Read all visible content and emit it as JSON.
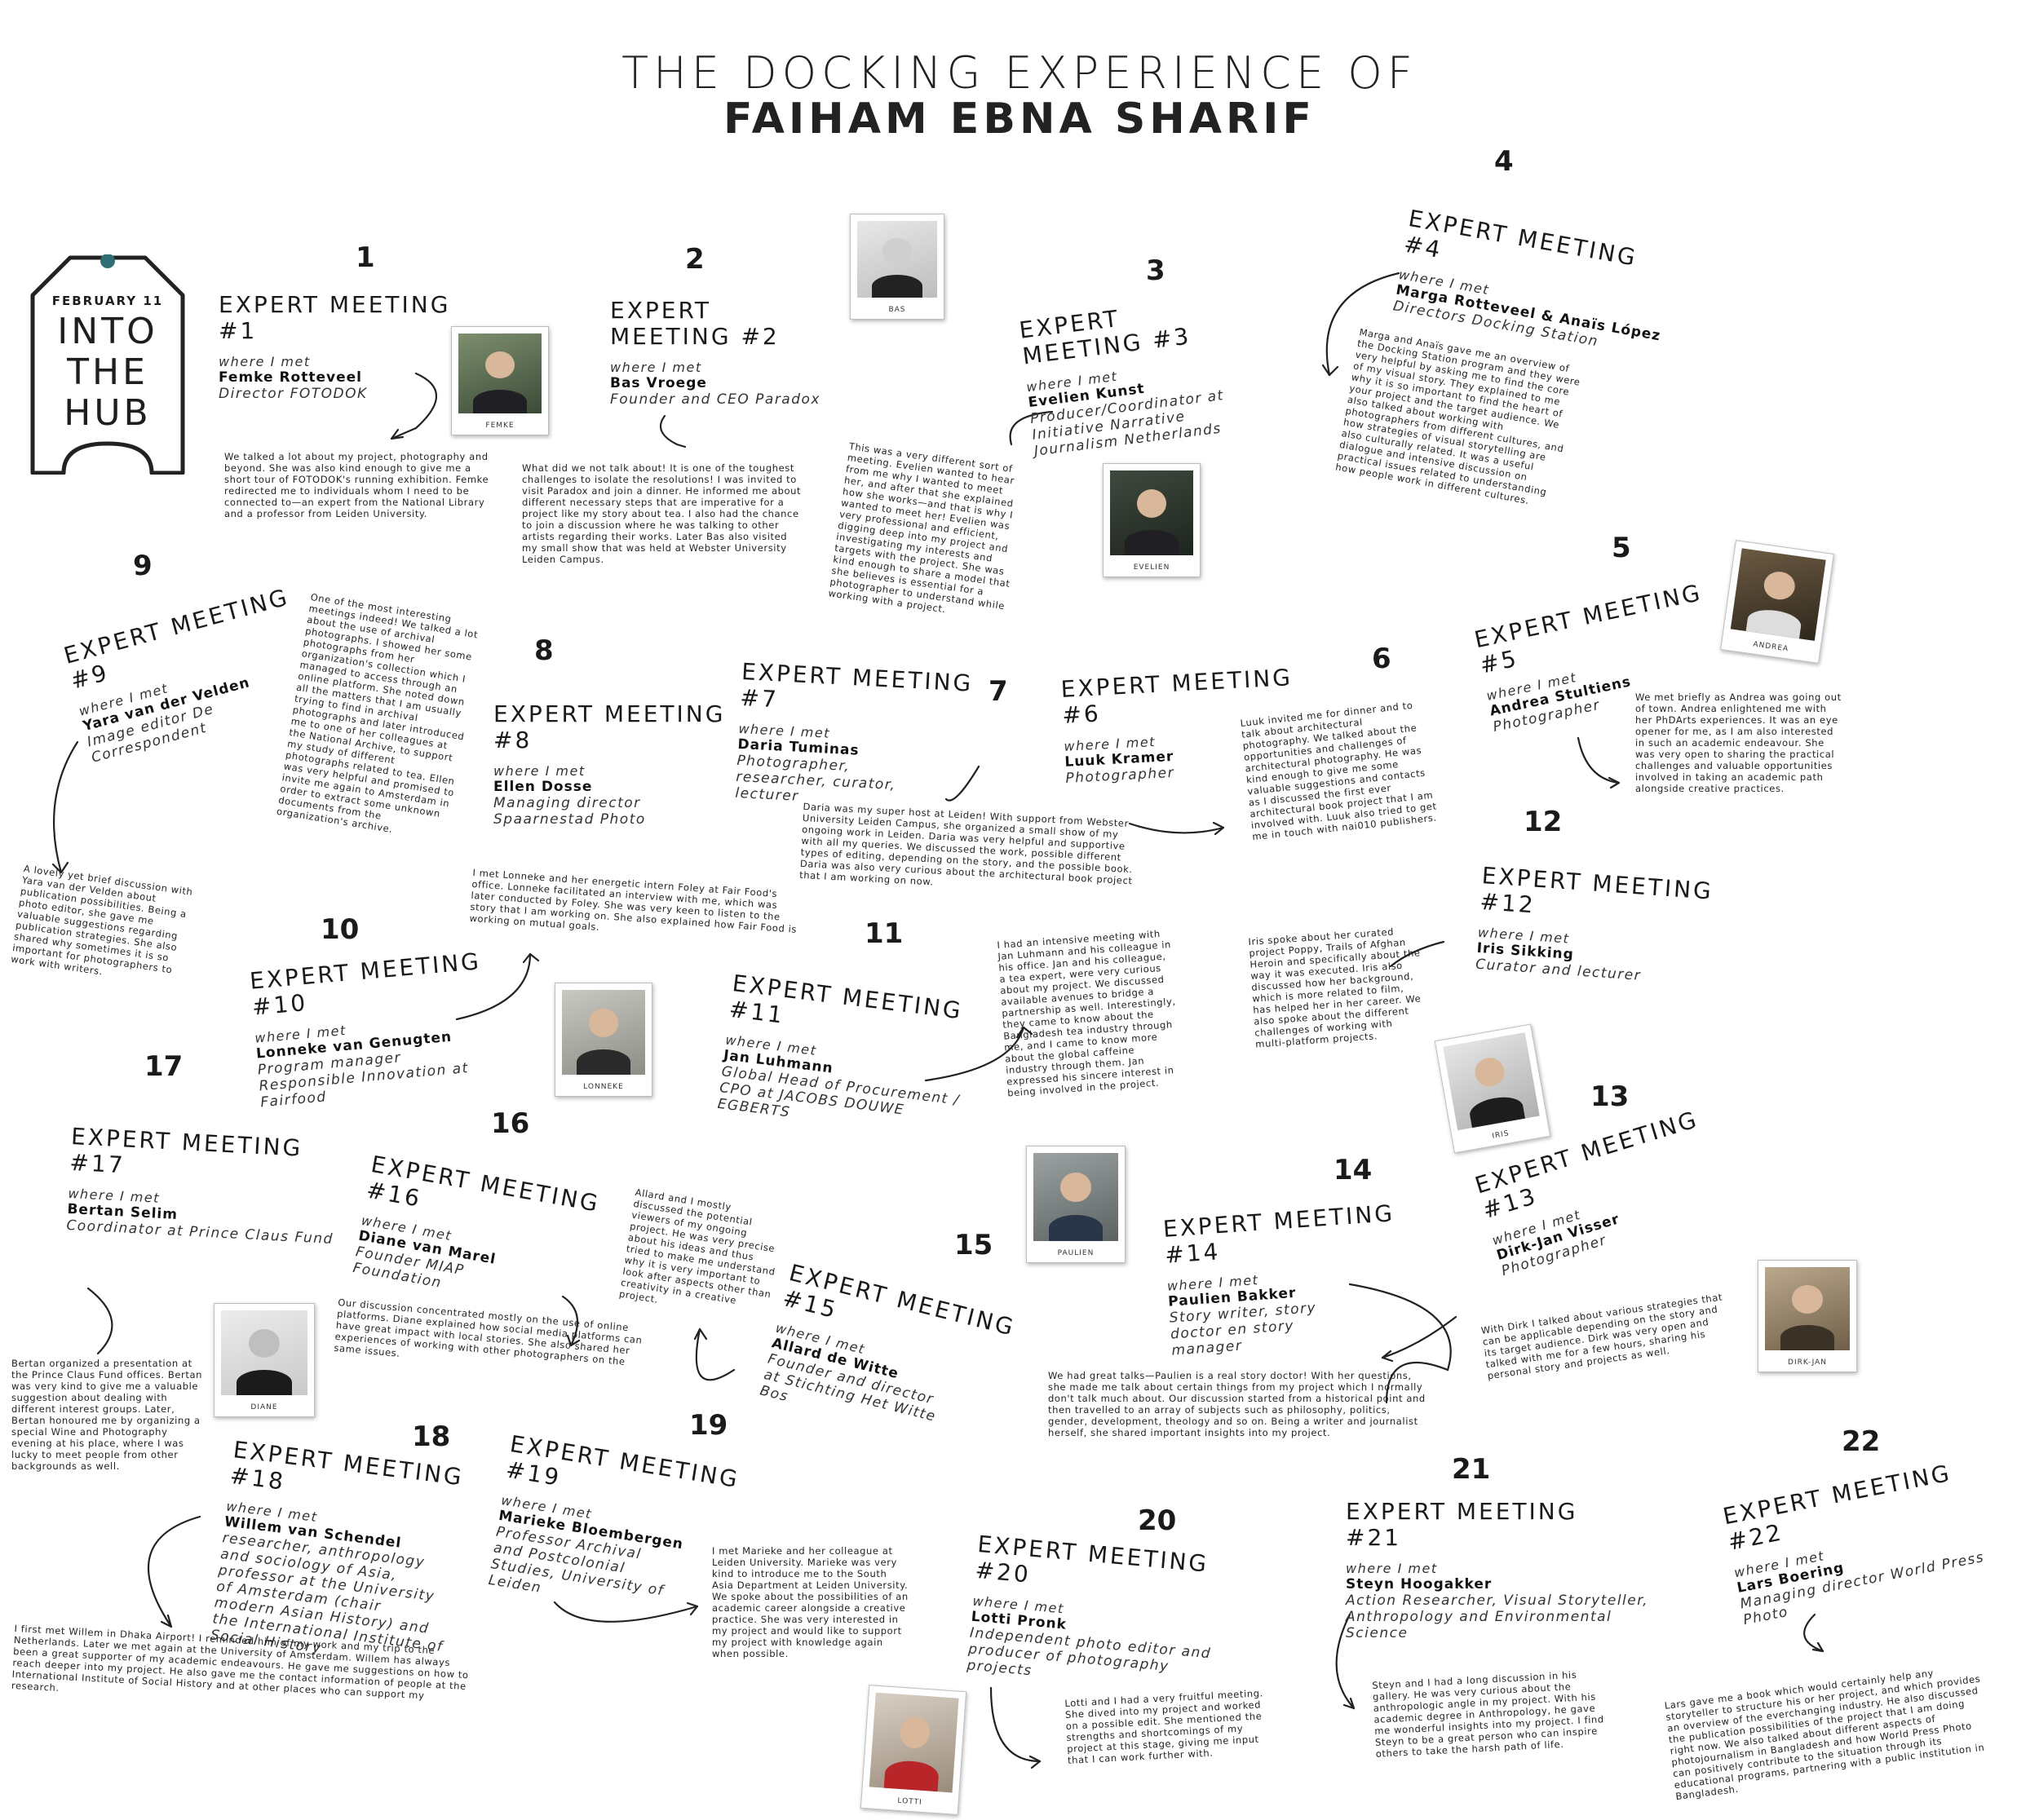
{
  "title": {
    "line1": "THE DOCKING EXPERIENCE OF",
    "line2": "FAIHAM EBNA SHARIF"
  },
  "tag": {
    "date": "FEBRUARY 11",
    "line1": "INTO",
    "line2": "THE",
    "line3": "HUB"
  },
  "where_label": "where I met",
  "meetings": [
    {
      "num": "1",
      "title": "EXPERT MEETING",
      "sub": "#1",
      "name": "Femke Rotteveel",
      "role": "Director FOTODOK",
      "photo": "FEMKE",
      "text": "We talked a lot about my project, photography and beyond. She was also kind enough to give me a short tour of FOTODOK's running exhibition. Femke redirected me to individuals whom I need to be connected to—an expert from the National Library and a professor from Leiden University."
    },
    {
      "num": "2",
      "title": "EXPERT",
      "sub": "MEETING #2",
      "name": "Bas Vroege",
      "role": "Founder and CEO Paradox",
      "photo": "BAS",
      "text": "What did we not talk about! It is one of the toughest challenges to isolate the resolutions! I was invited to visit Paradox and join a dinner. He informed me about different necessary steps that are imperative for a project like my story about tea. I also had the chance to join a discussion where he was talking to other artists regarding their works. Later Bas also visited my small show that was held at Webster University Leiden Campus."
    },
    {
      "num": "3",
      "title": "EXPERT",
      "sub": "MEETING #3",
      "name": "Evelien Kunst",
      "role": "Producer/Coordinator at Initiative Narrative Journalism Netherlands",
      "photo": "EVELIEN",
      "text": "This was a very different sort of meeting. Evelien wanted to hear from me why I wanted to meet her, and after that she explained how she works—and that is why I wanted to meet her! Evelien was very professional and efficient, digging deep into my project and investigating my interests and targets with the project. She was kind enough to share a model that she believes is essential for a photographer to understand while working with a project."
    },
    {
      "num": "4",
      "title": "EXPERT MEETING",
      "sub": "#4",
      "name": "Marga Rotteveel & Anaïs López",
      "role": "Directors Docking Station",
      "text": "Marga and Anaïs gave me an overview of the Docking Station program and they were very helpful by asking me to find the core of my visual story. They explained to me why it is so important to find the heart of your project and the target audience. We also talked about working with photographers from different cultures, and how strategies of visual storytelling are also culturally related. It was a useful dialogue and intensive discussion on practical issues related to understanding how people work in different cultures."
    },
    {
      "num": "5",
      "title": "EXPERT MEETING",
      "sub": "#5",
      "name": "Andrea Stultiens",
      "role": "Photographer",
      "photo": "ANDREA",
      "text": "We met briefly as Andrea was going out of town. Andrea enlightened me with her PhDArts experiences. It was an eye opener for me, as I am also interested in such an academic endeavour. She was very open to sharing the practical challenges and valuable opportunities involved in taking an academic path alongside creative practices."
    },
    {
      "num": "6",
      "title": "EXPERT MEETING",
      "sub": "#6",
      "name": "Luuk Kramer",
      "role": "Photographer",
      "text": "Luuk invited me for dinner and to talk about architectural photography. We talked about the opportunities and challenges of architectural photography. He was kind enough to give me some valuable suggestions and contacts as I discussed the first ever architectural book project that I am involved with. Luuk also tried to get me in touch with nai010 publishers."
    },
    {
      "num": "7",
      "title": "EXPERT MEETING",
      "sub": "#7",
      "name": "Daria Tuminas",
      "role": "Photographer, researcher, curator, lecturer",
      "text": "Daria was my super host at Leiden! With support from Webster University Leiden Campus, she organized a small show of my ongoing work in Leiden. Daria was very helpful and supportive with all my queries. We discussed the work, possible different types of editing, depending on the story, and the possible book. Daria was also very curious about the architectural book project that I am working on now."
    },
    {
      "num": "8",
      "title": "EXPERT MEETING",
      "sub": "#8",
      "name": "Ellen Dosse",
      "role": "Managing director Spaarnestad Photo",
      "text": "One of the most interesting meetings indeed! We talked a lot about the use of archival photographs. I showed her some photographs from her organization's collection which I managed to access through an online platform. She noted down all the matters that I am usually trying to find in archival photographs and later introduced me to one of her colleagues at the National Archive, to support my study of different photographs related to tea. Ellen was very helpful and promised to invite me again to Amsterdam in order to extract some unknown documents from the organization's archive."
    },
    {
      "num": "9",
      "title": "EXPERT MEETING",
      "sub": "#9",
      "name": "Yara van der Velden",
      "role": "Image editor De Correspondent",
      "text": "A lovely yet brief discussion with Yara van der Velden about publication possibilities. Being a photo editor, she gave me valuable suggestions regarding publication strategies. She also shared why sometimes it is so important for photographers to work with writers."
    },
    {
      "num": "10",
      "title": "EXPERT MEETING",
      "sub": "#10",
      "name": "Lonneke van Genugten",
      "role": "Program manager Responsible Innovation at Fairfood",
      "photo": "LONNEKE",
      "text": "I met Lonneke and her energetic intern Foley at Fair Food's office. Lonneke facilitated an interview with me, which was later conducted by Foley. She was very keen to listen to the story that I am working on. She also explained how Fair Food is working on mutual goals."
    },
    {
      "num": "11",
      "title": "EXPERT MEETING",
      "sub": "#11",
      "name": "Jan Luhmann",
      "role": "Global Head of Procurement / CPO at JACOBS DOUWE EGBERTS",
      "text": "I had an intensive meeting with Jan Luhmann and his colleague in his office. Jan and his colleague, a tea expert, were very curious about my project. We discussed available avenues to bridge a partnership as well. Interestingly, they came to know about the Bangladesh tea industry through me, and I came to know more about the global caffeine industry through them. Jan expressed his sincere interest in being involved in the project."
    },
    {
      "num": "12",
      "title": "EXPERT MEETING",
      "sub": "#12",
      "name": "Iris Sikking",
      "role": "Curator and lecturer",
      "photo": "IRIS",
      "text": "Iris spoke about her curated project Poppy, Trails of Afghan Heroin and specifically about the way it was executed. Iris also discussed how her background, which is more related to film, has helped her in her career. We also spoke about the different challenges of working with multi-platform projects."
    },
    {
      "num": "13",
      "title": "EXPERT MEETING",
      "sub": "#13",
      "name": "Dirk-Jan Visser",
      "role": "Photographer",
      "photo": "DIRK-JAN",
      "text": "With Dirk I talked about various strategies that can be applicable depending on the story and its target audience. Dirk was very open and talked with me for a few hours, sharing his personal story and projects as well."
    },
    {
      "num": "14",
      "title": "EXPERT MEETING",
      "sub": "#14",
      "name": "Paulien Bakker",
      "role": "Story writer, story doctor en story manager",
      "photo": "PAULIEN",
      "text": "We had great talks—Paulien is a real story doctor! With her questions, she made me talk about certain things from my project which I normally don't talk much about. Our discussion started from a historical point and then travelled to an array of subjects such as philosophy, politics, gender, development, theology and so on. Being a writer and journalist herself, she shared important insights into my project."
    },
    {
      "num": "15",
      "title": "EXPERT MEETING",
      "sub": "#15",
      "name": "Allard de Witte",
      "role": "Founder and director at Stichting Het Witte Bos",
      "text": "Allard and I mostly discussed the potential viewers of my ongoing project. He was very precise about his ideas and thus tried to make me understand why it is very important to look after aspects other than creativity in a creative project."
    },
    {
      "num": "16",
      "title": "EXPERT MEETING",
      "sub": "#16",
      "name": "Diane van Marel",
      "role": "Founder MIAP Foundation",
      "photo": "DIANE",
      "text": "Our discussion concentrated mostly on the use of online platforms. Diane explained how social media platforms can have great impact with local stories. She also shared her experiences of working with other photographers on the same issues."
    },
    {
      "num": "17",
      "title": "EXPERT MEETING",
      "sub": "#17",
      "name": "Bertan Selim",
      "role": "Coordinator at Prince Claus Fund",
      "text": "Bertan organized a presentation at the Prince Claus Fund offices. Bertan was very kind to give me a valuable suggestion about dealing with different interest groups. Later, Bertan honoured me by organizing a special Wine and Photography evening at his place, where I was lucky to meet people from other backgrounds as well."
    },
    {
      "num": "18",
      "title": "EXPERT MEETING",
      "sub": "#18",
      "name": "Willem van Schendel",
      "role": "researcher, anthropology and sociology of Asia, professor at the University of Amsterdam (chair modern Asian History) and the International Institute of Social History",
      "text": "I first met Willem in Dhaka Airport! I reminded him of my work and my trip to the Netherlands. Later we met again at the University of Amsterdam. Willem has always been a great supporter of my academic endeavours. He gave me suggestions on how to reach deeper into my project. He also gave me the contact information of people at the International Institute of Social History and at other places who can support my research."
    },
    {
      "num": "19",
      "title": "EXPERT MEETING",
      "sub": "#19",
      "name": "Marieke Bloembergen",
      "role": "Professor Archival and Postcolonial Studies, University of Leiden",
      "text": "I met Marieke and her colleague at Leiden University. Marieke was very kind to introduce me to the South Asia Department at Leiden University. We spoke about the possibilities of an academic career alongside a creative practice. She was very interested in my project and would like to support my project with knowledge again when possible."
    },
    {
      "num": "20",
      "title": "EXPERT MEETING",
      "sub": "#20",
      "name": "Lotti Pronk",
      "role": "Independent photo editor and producer of photography projects",
      "photo": "LOTTI",
      "text": "Lotti and I had a very fruitful meeting. She dived into my project and worked on a possible edit. She mentioned the strengths and shortcomings of my project at this stage, giving me input that I can work further with."
    },
    {
      "num": "21",
      "title": "EXPERT MEETING",
      "sub": "#21",
      "name": "Steyn Hoogakker",
      "role": "Action Researcher, Visual Storyteller, Anthropology and Environmental Science",
      "text": "Steyn and I had a long discussion in his gallery. He was very curious about the anthropologic angle in my project. With his academic degree in Anthropology, he gave me wonderful insights into my project. I find Steyn to be a great person who can inspire others to take the harsh path of life."
    },
    {
      "num": "22",
      "title": "EXPERT MEETING",
      "sub": "#22",
      "name": "Lars Boering",
      "role": "Managing director World Press Photo",
      "text": "Lars gave me a book which would certainly help any storyteller to structure his or her project, and which provides an overview of the everchanging industry. He also discussed the publication possibilities of the project that I am doing right now. We also talked about different aspects of photojournalism in Bangladesh and how World Press Photo can positively contribute to the situation through its educational programs, partnering with a public institution in Bangladesh."
    }
  ]
}
